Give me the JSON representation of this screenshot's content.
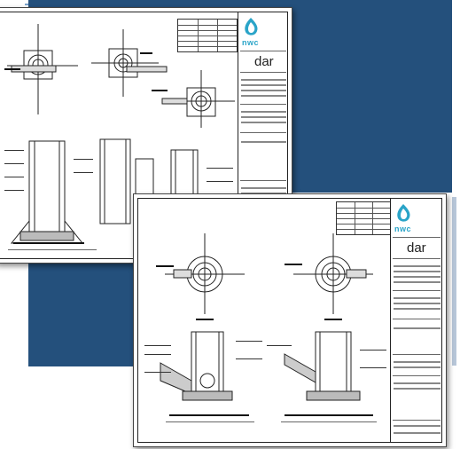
{
  "sheet_front": {
    "brand": "nwc",
    "firm": "dar"
  },
  "sheet_back": {
    "brand": "nwc",
    "firm": "dar"
  },
  "colors": {
    "background_panel": "#24507c",
    "brand_accent": "#2aa4c8"
  }
}
